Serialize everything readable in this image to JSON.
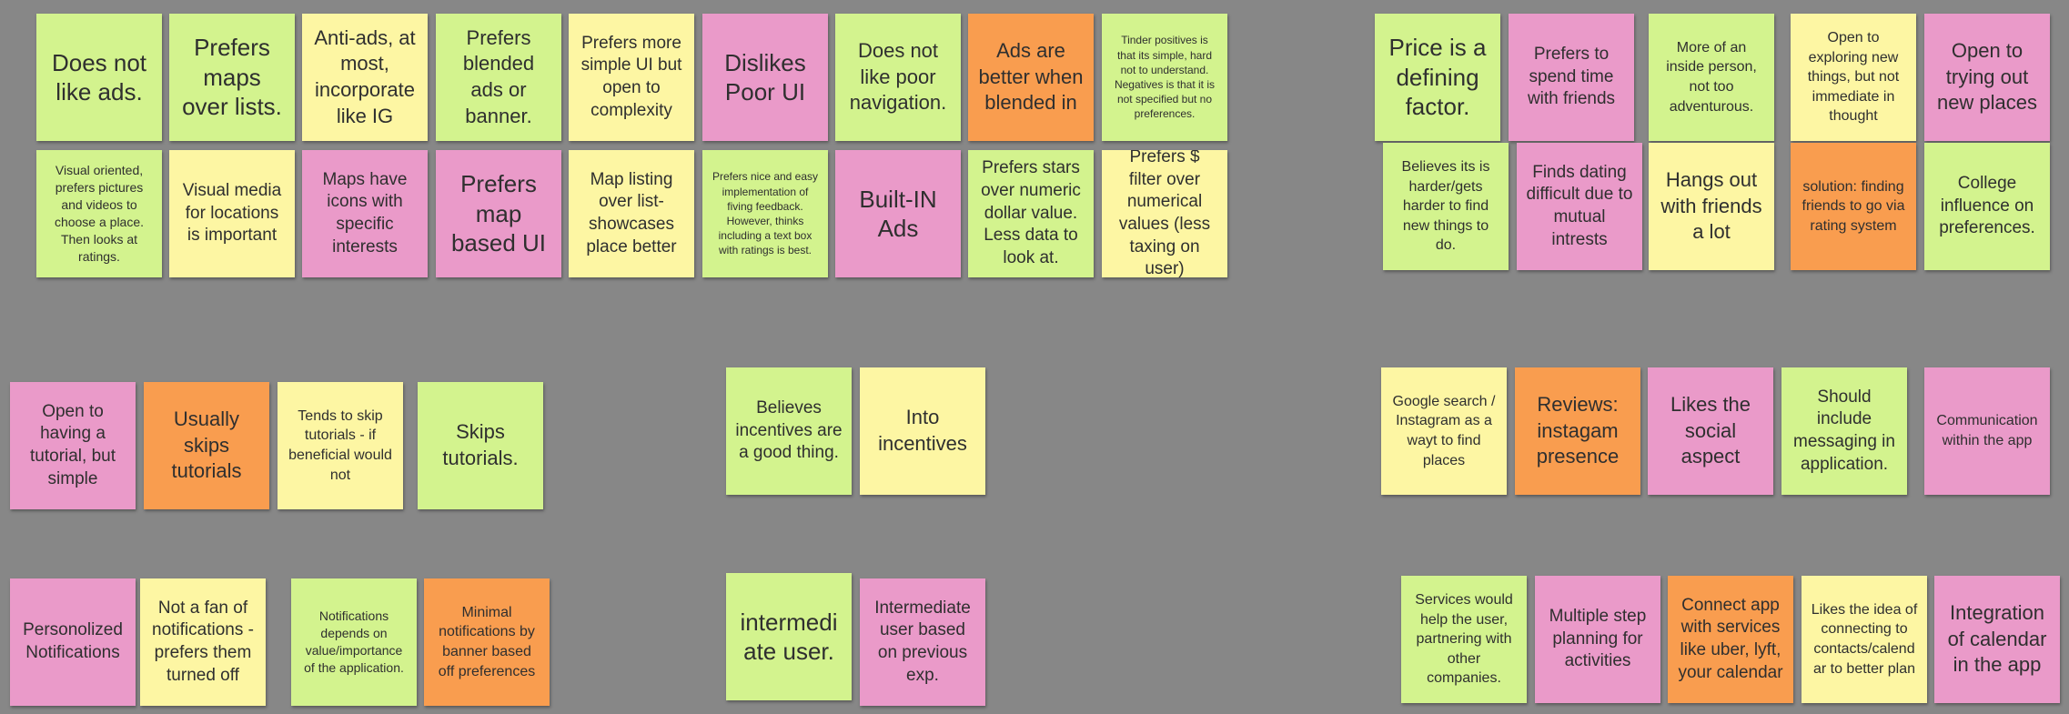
{
  "colors": {
    "background": "#878787",
    "green": "#d3f38e",
    "yellow": "#fdf6a3",
    "pink": "#ea9ac9",
    "orange": "#f99d4f"
  },
  "notes": [
    {
      "text": "Does not like ads.",
      "color": "green"
    },
    {
      "text": "Prefers maps over lists.",
      "color": "green"
    },
    {
      "text": "Anti-ads, at most, incorporate like IG",
      "color": "yellow"
    },
    {
      "text": "Prefers blended ads or banner.",
      "color": "green"
    },
    {
      "text": "Prefers more simple UI but open to complexity",
      "color": "yellow"
    },
    {
      "text": "Dislikes Poor UI",
      "color": "pink"
    },
    {
      "text": "Does not like poor navigation.",
      "color": "green"
    },
    {
      "text": "Ads are better when blended in",
      "color": "orange"
    },
    {
      "text": "Tinder positives is that its simple, hard not to understand. Negatives is that it is not specified but no preferences.",
      "color": "green"
    },
    {
      "text": "Visual oriented, prefers pictures and videos to choose a place. Then looks at ratings.",
      "color": "green"
    },
    {
      "text": "Visual media for locations is important",
      "color": "yellow"
    },
    {
      "text": "Maps have icons with specific interests",
      "color": "pink"
    },
    {
      "text": "Prefers map based UI",
      "color": "pink"
    },
    {
      "text": "Map listing over list- showcases place better",
      "color": "yellow"
    },
    {
      "text": "Prefers nice and easy implementation of fiving feedback. However, thinks including a text box with ratings is best.",
      "color": "green"
    },
    {
      "text": "Built-IN Ads",
      "color": "pink"
    },
    {
      "text": "Prefers stars over numeric dollar value. Less data to look at.",
      "color": "green"
    },
    {
      "text": "Prefers $ filter over numerical values (less taxing on user)",
      "color": "yellow"
    },
    {
      "text": "Price is a defining factor.",
      "color": "green"
    },
    {
      "text": "Prefers to spend time with friends",
      "color": "pink"
    },
    {
      "text": "More of an inside person, not too adventurous.",
      "color": "green"
    },
    {
      "text": "Open to exploring new things, but not immediate in thought",
      "color": "yellow"
    },
    {
      "text": "Open to trying out new places",
      "color": "pink"
    },
    {
      "text": "Believes its is harder/gets harder to find new things to do.",
      "color": "green"
    },
    {
      "text": "Finds dating difficult due to mutual intrests",
      "color": "pink"
    },
    {
      "text": "Hangs out with friends a lot",
      "color": "yellow"
    },
    {
      "text": "solution: finding friends to go via rating system",
      "color": "orange"
    },
    {
      "text": "College influence on preferences.",
      "color": "green"
    },
    {
      "text": "Open to having a tutorial, but simple",
      "color": "pink"
    },
    {
      "text": "Usually skips tutorials",
      "color": "orange"
    },
    {
      "text": "Tends to skip tutorials - if beneficial would not",
      "color": "yellow"
    },
    {
      "text": "Skips tutorials.",
      "color": "green"
    },
    {
      "text": "Believes incentives are a good thing.",
      "color": "green"
    },
    {
      "text": "Into incentives",
      "color": "yellow"
    },
    {
      "text": "Google search / Instagram as a wayt to find places",
      "color": "yellow"
    },
    {
      "text": "Reviews: instagam presence",
      "color": "orange"
    },
    {
      "text": "Likes the social aspect",
      "color": "pink"
    },
    {
      "text": "Should include messaging in application.",
      "color": "green"
    },
    {
      "text": "Communication within the app",
      "color": "pink"
    },
    {
      "text": "Personolized Notifications",
      "color": "pink"
    },
    {
      "text": "Not a fan of notifications - prefers them turned off",
      "color": "yellow"
    },
    {
      "text": "Notifications depends on value/importance of the application.",
      "color": "green"
    },
    {
      "text": "Minimal notifications by banner based off preferences",
      "color": "orange"
    },
    {
      "text": "intermedi ate user.",
      "color": "green"
    },
    {
      "text": "Intermediate user based on previous exp.",
      "color": "pink"
    },
    {
      "text": "Services would help the user, partnering with other companies.",
      "color": "green"
    },
    {
      "text": "Multiple step planning for activities",
      "color": "pink"
    },
    {
      "text": "Connect app with services like uber, lyft, your calendar",
      "color": "orange"
    },
    {
      "text": "Likes the idea of connecting to contacts/calend ar to better plan",
      "color": "yellow"
    },
    {
      "text": "Integration of calendar in the app",
      "color": "pink"
    }
  ]
}
